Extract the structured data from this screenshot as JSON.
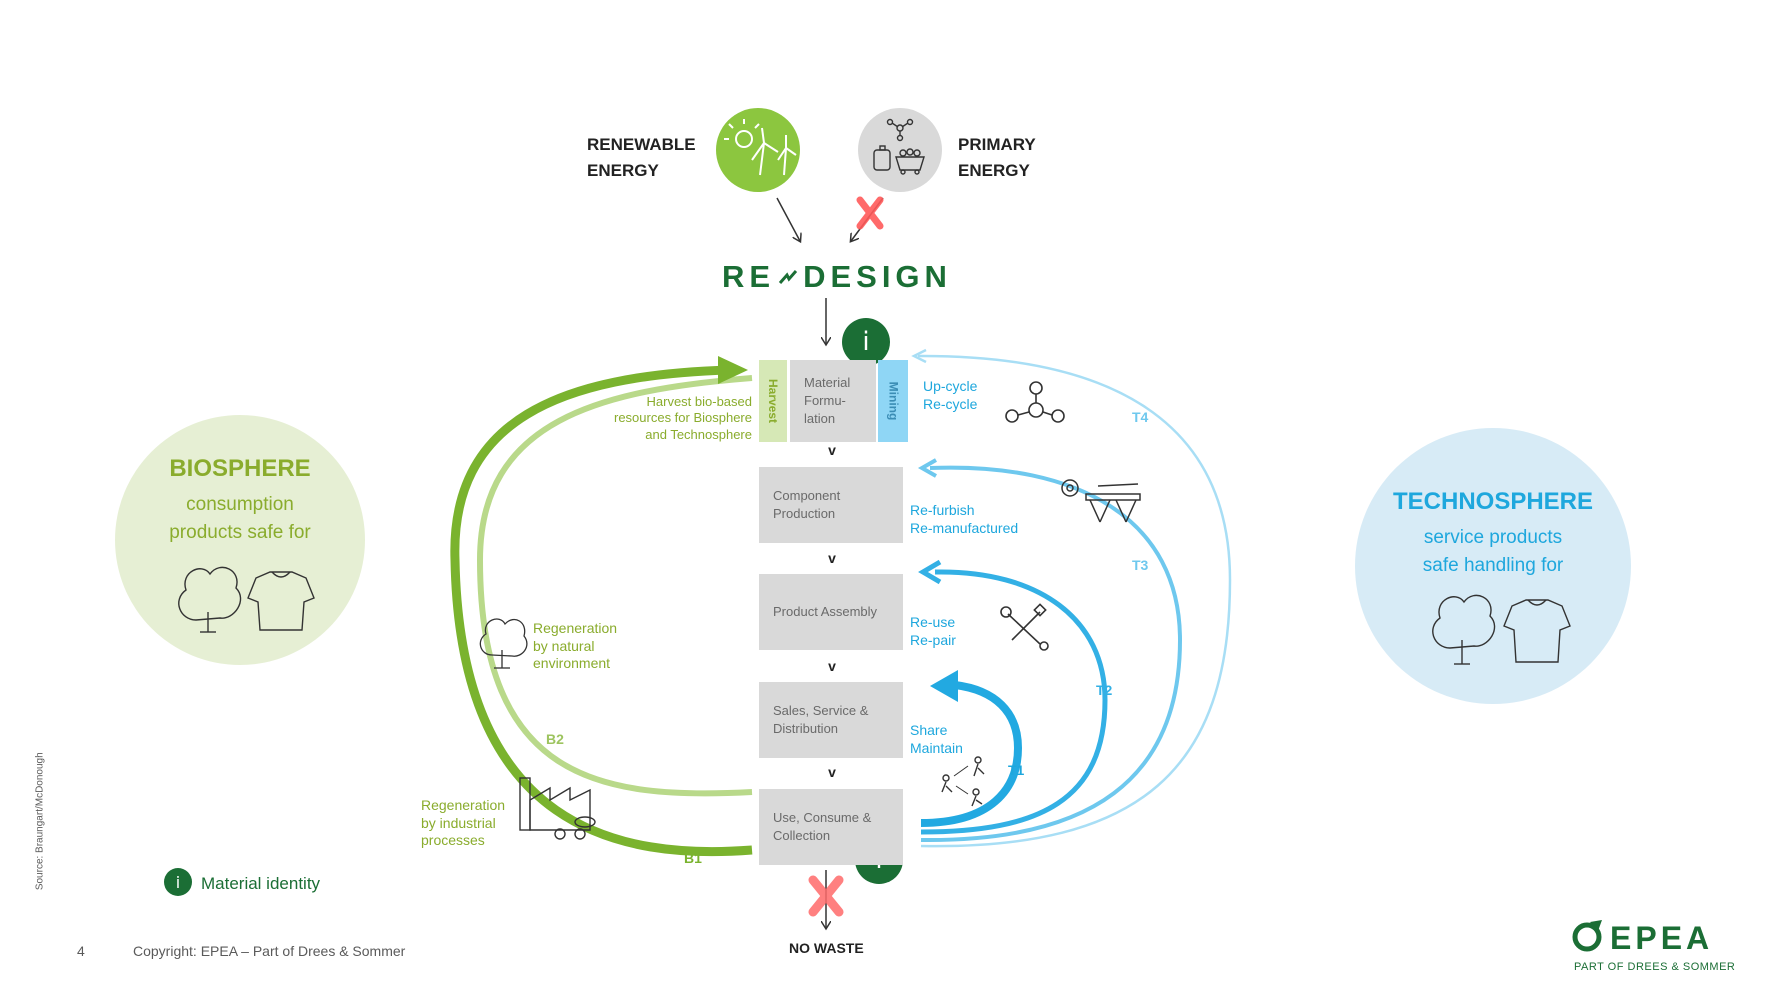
{
  "energy": {
    "renewable": "RENEWABLE\nENERGY",
    "primary": "PRIMARY\nENERGY"
  },
  "redesign": {
    "left": "RE",
    "right": "DESIGN"
  },
  "process": {
    "harvest": "Harvest",
    "material": "Material\nFormu-\nlation",
    "mining": "Mining",
    "component": "Component\nProduction",
    "assembly": "Product  Assembly",
    "sales": "Sales,  Service &\nDistribution",
    "use": "Use,  Consume &\nCollection",
    "chevron": "v",
    "no_waste": "NO WASTE"
  },
  "biosphere": {
    "title": "BIOSPHERE",
    "text": "consumption\nproducts safe for",
    "harvest_note": "Harvest bio-based\nresources for Biosphere\nand Technosphere",
    "regen_natural": "Regeneration\nby natural\nenvironment",
    "regen_industrial": "Regeneration\nby industrial\nprocesses",
    "b1": "B1",
    "b2": "B2"
  },
  "technosphere": {
    "title": "TECHNOSPHERE",
    "text": "service products\nsafe handling for",
    "upcycle": "Up-cycle\nRe-cycle",
    "refurbish": "Re-furbish\nRe-manufactured",
    "reuse": "Re-use\nRe-pair",
    "share": "Share\nMaintain",
    "t1": "T1",
    "t2": "T2",
    "t3": "T3",
    "t4": "T4"
  },
  "legend": {
    "icon": "i",
    "label": "Material identity"
  },
  "footer": {
    "page": "4",
    "copyright": "Copyright: EPEA – Part of Drees & Sommer",
    "source": "Source: Braungart/McDonough"
  },
  "brand": {
    "name": "EPEA",
    "tagline": "PART OF DREES & SOMMER"
  },
  "colors": {
    "bio_dark": "#7ab32e",
    "bio_light": "#b9d98a",
    "tech_dark": "#22a9e1",
    "tech_mid": "#6ec8ee",
    "tech_light": "#a8def5",
    "brand_green": "#1b6e35",
    "box_grey": "#d9d9d9",
    "cross_red": "#ff5a5a"
  },
  "icons": [
    "sun-wind-turbine-icon",
    "fossil-fuel-icon",
    "red-cross-icon",
    "tree-icon",
    "tshirt-icon",
    "molecule-icon",
    "tools-workbench-icon",
    "wrench-screwdriver-icon",
    "people-sharing-icon",
    "factory-icon"
  ]
}
